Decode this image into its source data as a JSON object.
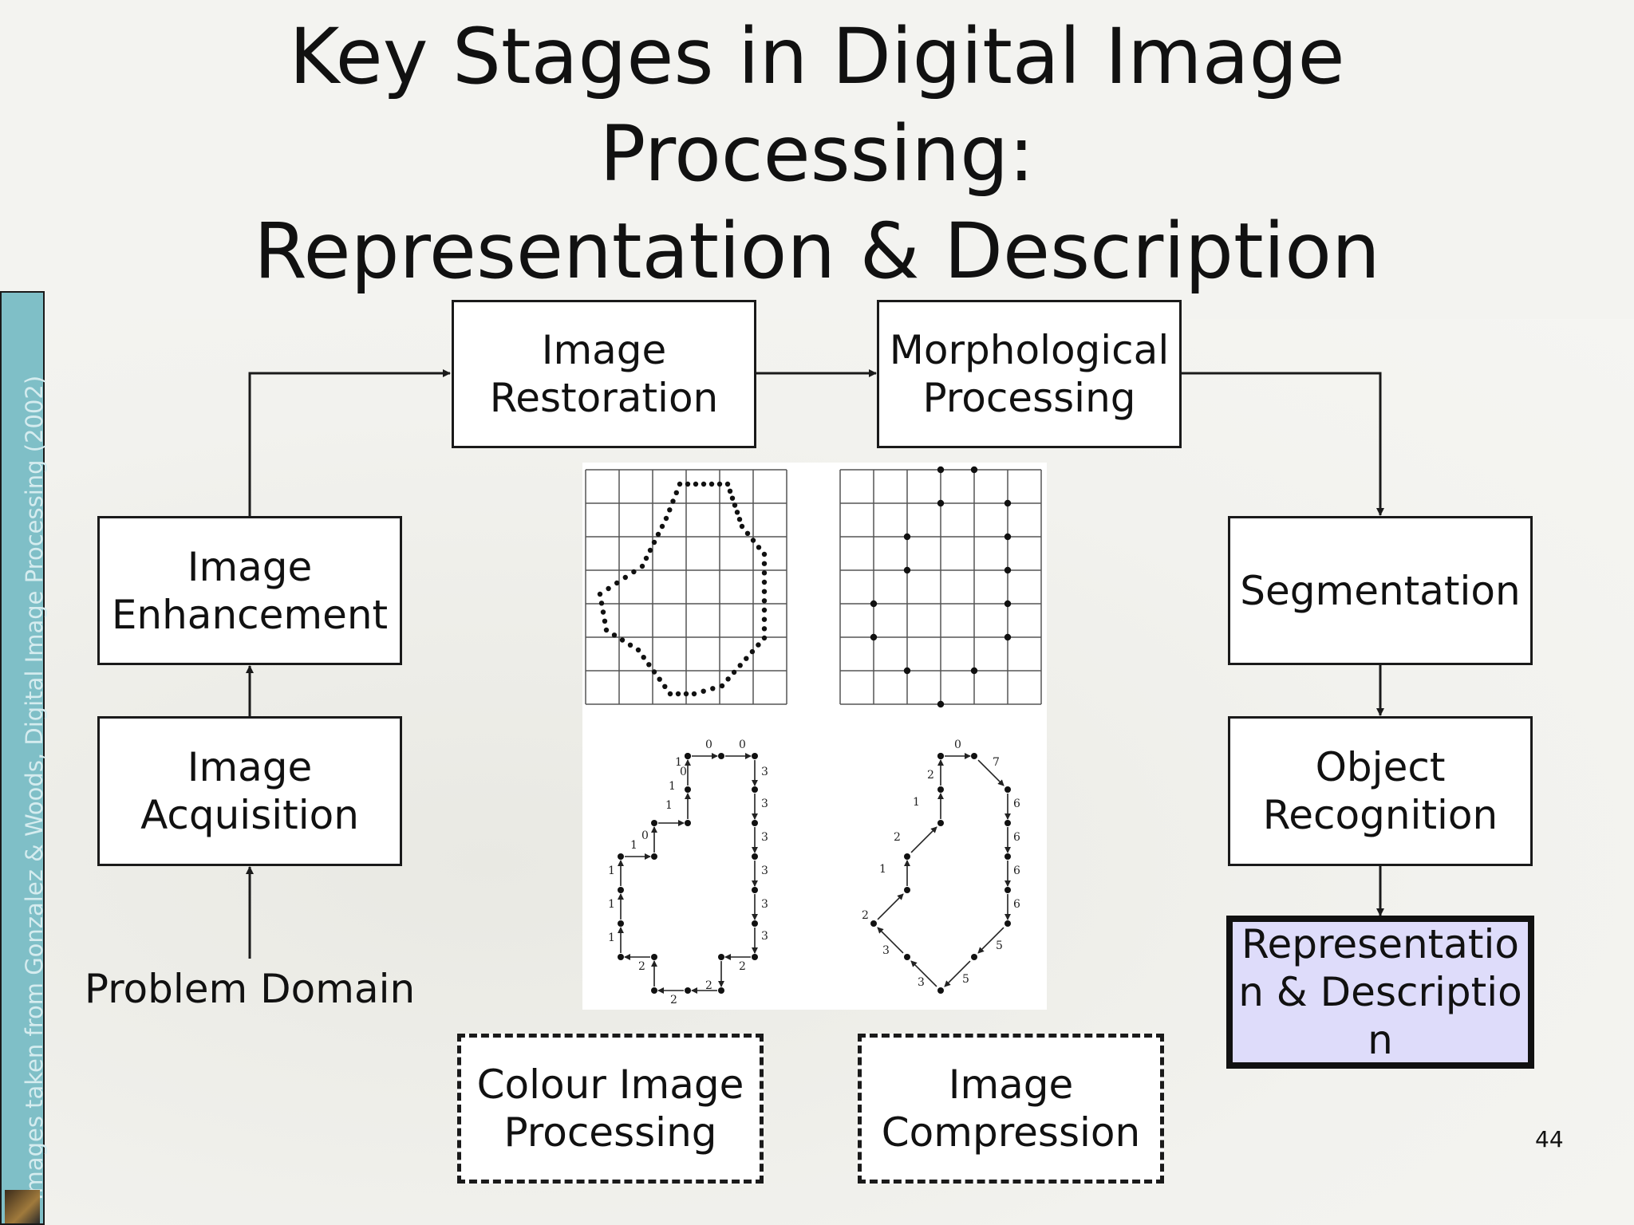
{
  "slide": {
    "title_lines": [
      "Key Stages in Digital Image",
      "Processing:",
      "Representation & Description"
    ],
    "page_number": "44",
    "side_credit": "Images taken from Gonzalez & Woods, Digital Image Processing (2002)"
  },
  "stages": {
    "image_restoration": "Image Restoration",
    "morphological_processing": "Morphological Processing",
    "image_enhancement": "Image Enhancement",
    "segmentation": "Segmentation",
    "image_acquisition": "Image Acquisition",
    "object_recognition": "Object Recognition",
    "representation_description": "Representation & Description",
    "colour_image_processing": "Colour Image Processing",
    "image_compression": "Image Compression",
    "problem_domain": "Problem Domain"
  },
  "chain_codes": {
    "four_direction": [
      "0",
      "0",
      "3",
      "3",
      "3",
      "3",
      "3",
      "3",
      "2",
      "2",
      "2",
      "2",
      "1",
      "1",
      "1",
      "1",
      "0",
      "1",
      "1",
      "0",
      "1"
    ],
    "eight_direction": [
      "0",
      "7",
      "6",
      "6",
      "6",
      "6",
      "5",
      "5",
      "3",
      "3",
      "2",
      "1",
      "2",
      "1",
      "2"
    ]
  },
  "colors": {
    "highlight_fill": "#dedcfa",
    "side_strip": "#7fbfc7",
    "border": "#1a1a1a"
  }
}
